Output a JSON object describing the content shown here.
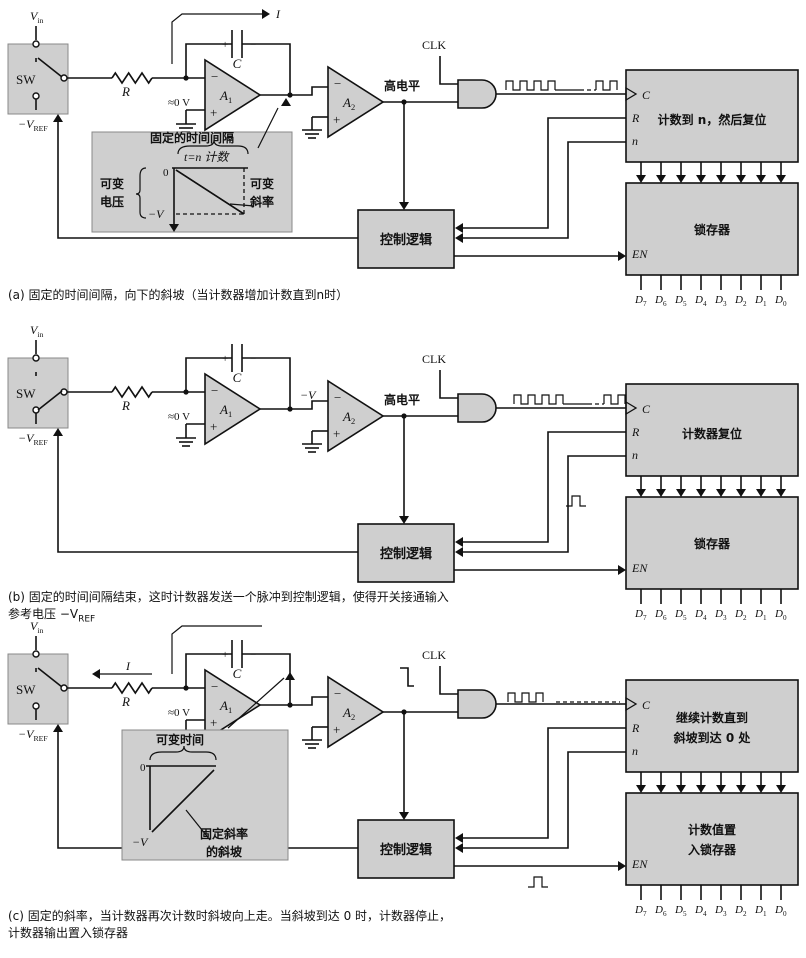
{
  "panels": [
    {
      "caption": "(a) 固定的时间间隔，向下的斜坡（当计数器增加计数直到n时）",
      "counter_text": "计数到 n，然后复位",
      "latch_text": "锁存器",
      "comparator_out": "高电平",
      "a1_out_label": "",
      "current_label": "I",
      "inset_title": "固定的时间间隔",
      "inset_count": "t=n 计数",
      "inset_zero": "0",
      "inset_neg": "−V",
      "inset_left": "可变\n电压",
      "inset_right": "可变\n斜率"
    },
    {
      "caption": "(b) 固定的时间间隔结束，这时计数器发送一个脉冲到控制逻辑，使得开关接通输入\n参考电压 −V",
      "caption_sub": "REF",
      "counter_text": "计数器复位",
      "latch_text": "锁存器",
      "comparator_out": "高电平",
      "a1_out_label": "−V"
    },
    {
      "caption": "(c) 固定的斜率，当计数器再次计数时斜坡向上走。当斜坡到达 0 时，计数器停止，\n计数器输出置入锁存器",
      "counter_text": "继续计数直到\n斜坡到达 0 处",
      "latch_text": "计数值置\n入锁存器",
      "current_label": "I",
      "inset_title": "可变时间",
      "inset_zero": "0",
      "inset_neg": "−V",
      "inset_right": "固定斜率\n的斜坡"
    }
  ],
  "common": {
    "switch": "SW",
    "vin": "V",
    "vin_sub": "in",
    "vref": "−V",
    "vref_sub": "REF",
    "r": "R",
    "c": "C",
    "zero_v": "≈0 V",
    "a1": "A",
    "a1_sub": "1",
    "a2": "A",
    "a2_sub": "2",
    "clk": "CLK",
    "control": "控制逻辑",
    "pin_c": "C",
    "pin_r": "R",
    "pin_n": "n",
    "pin_en": "EN",
    "plus": "+",
    "minus": "−",
    "outputs": [
      "D7",
      "D6",
      "D5",
      "D4",
      "D3",
      "D2",
      "D1",
      "D0"
    ]
  }
}
